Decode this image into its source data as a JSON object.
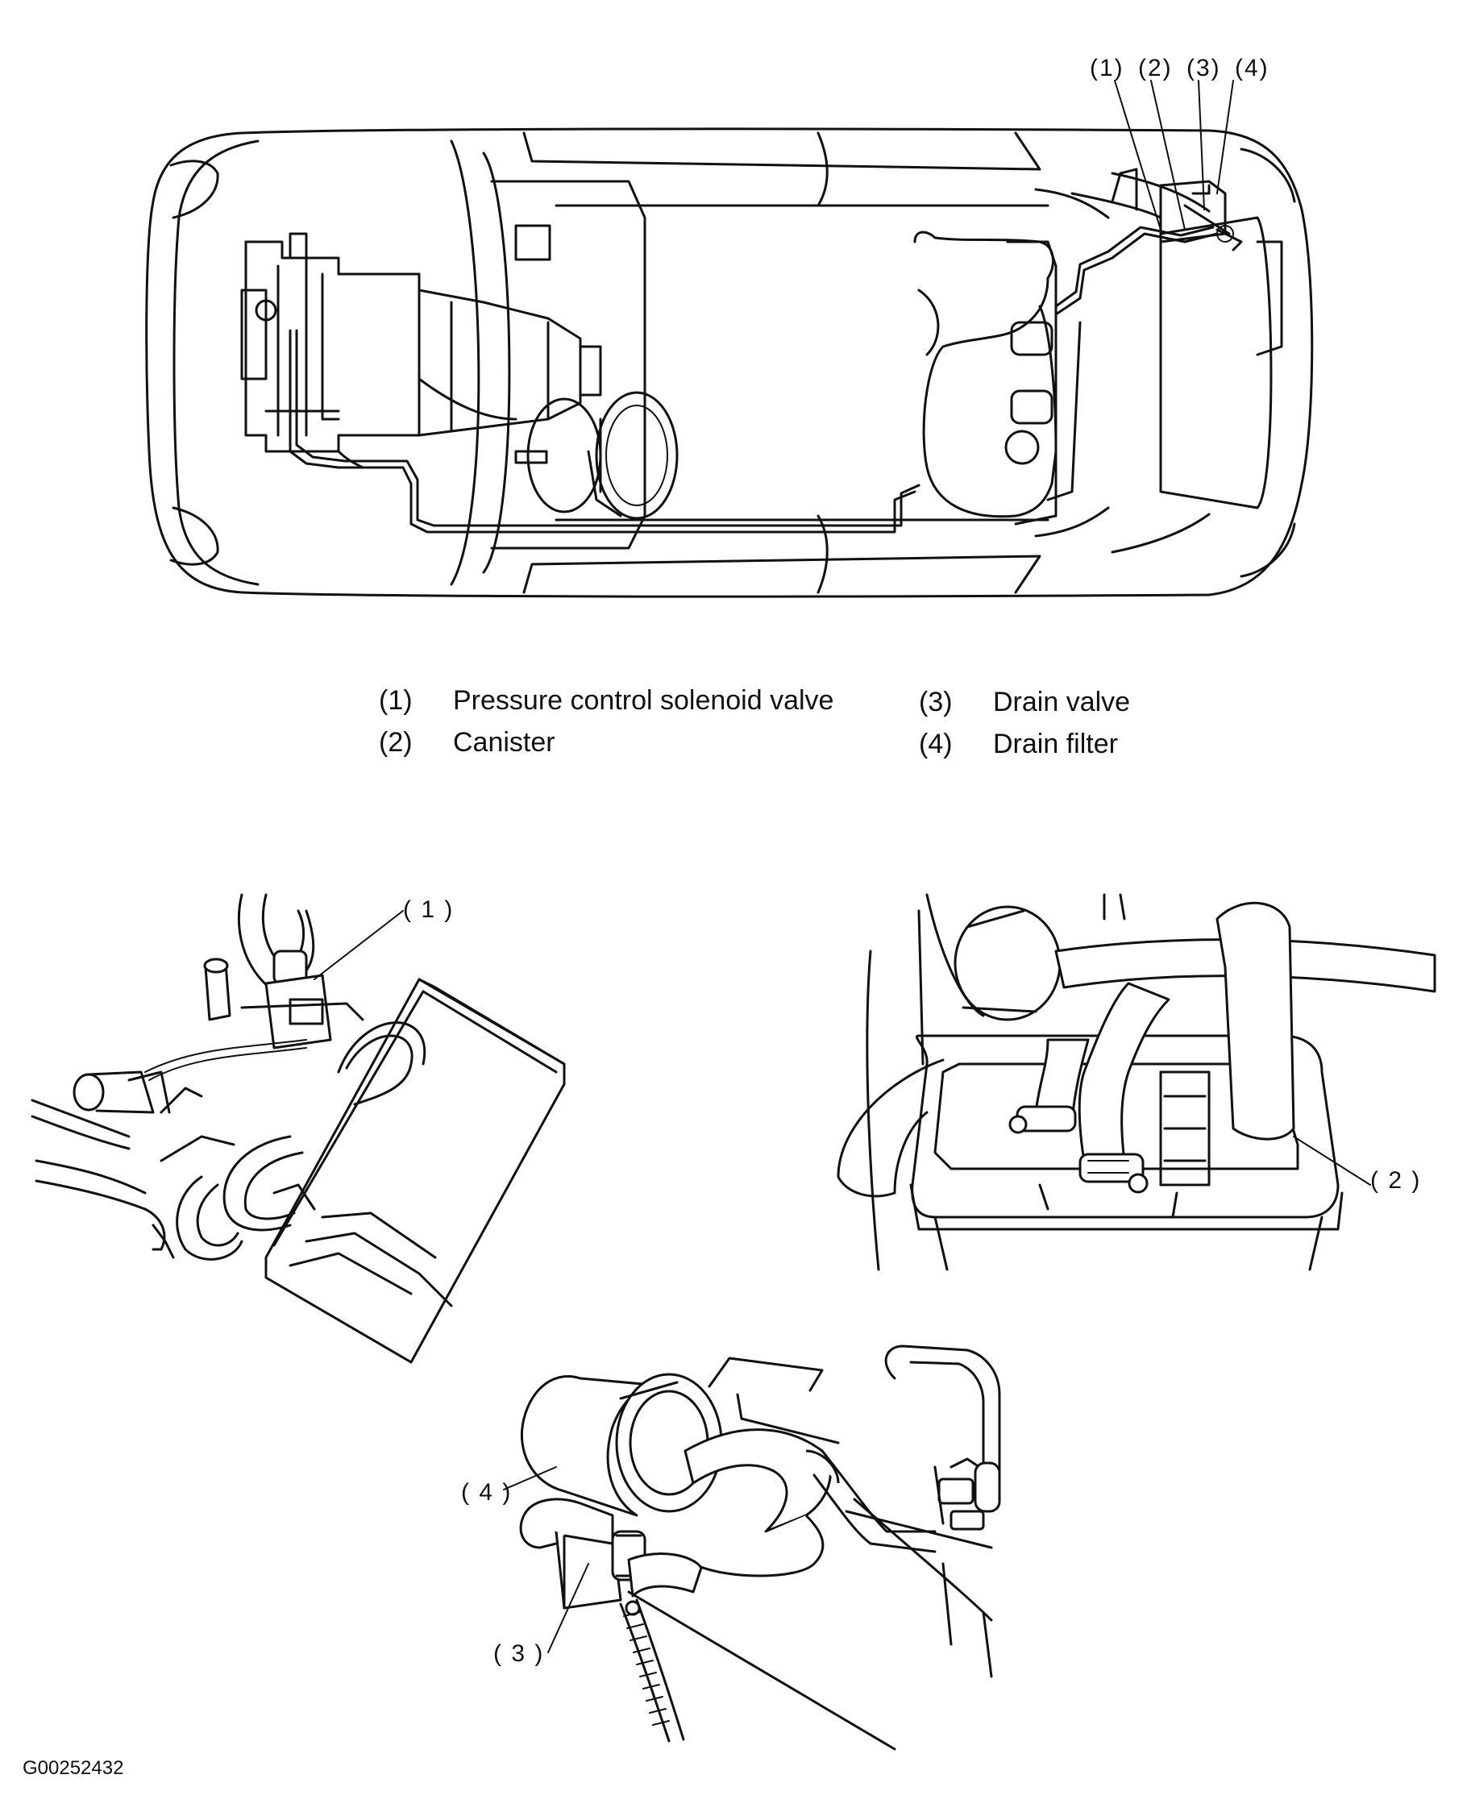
{
  "top_callouts": [
    "(1)",
    "(2)",
    "(3)",
    "(4)"
  ],
  "legend": [
    {
      "num": "(1)",
      "text": "Pressure control solenoid valve"
    },
    {
      "num": "(2)",
      "text": "Canister"
    },
    {
      "num": "(3)",
      "text": "Drain valve"
    },
    {
      "num": "(4)",
      "text": "Drain filter"
    }
  ],
  "detail_callouts": {
    "solenoid": "( 1 )",
    "canister": "( 2 )",
    "drain_filter": "( 4 )",
    "drain_valve": "( 3 )"
  },
  "image_id": "G00252432"
}
